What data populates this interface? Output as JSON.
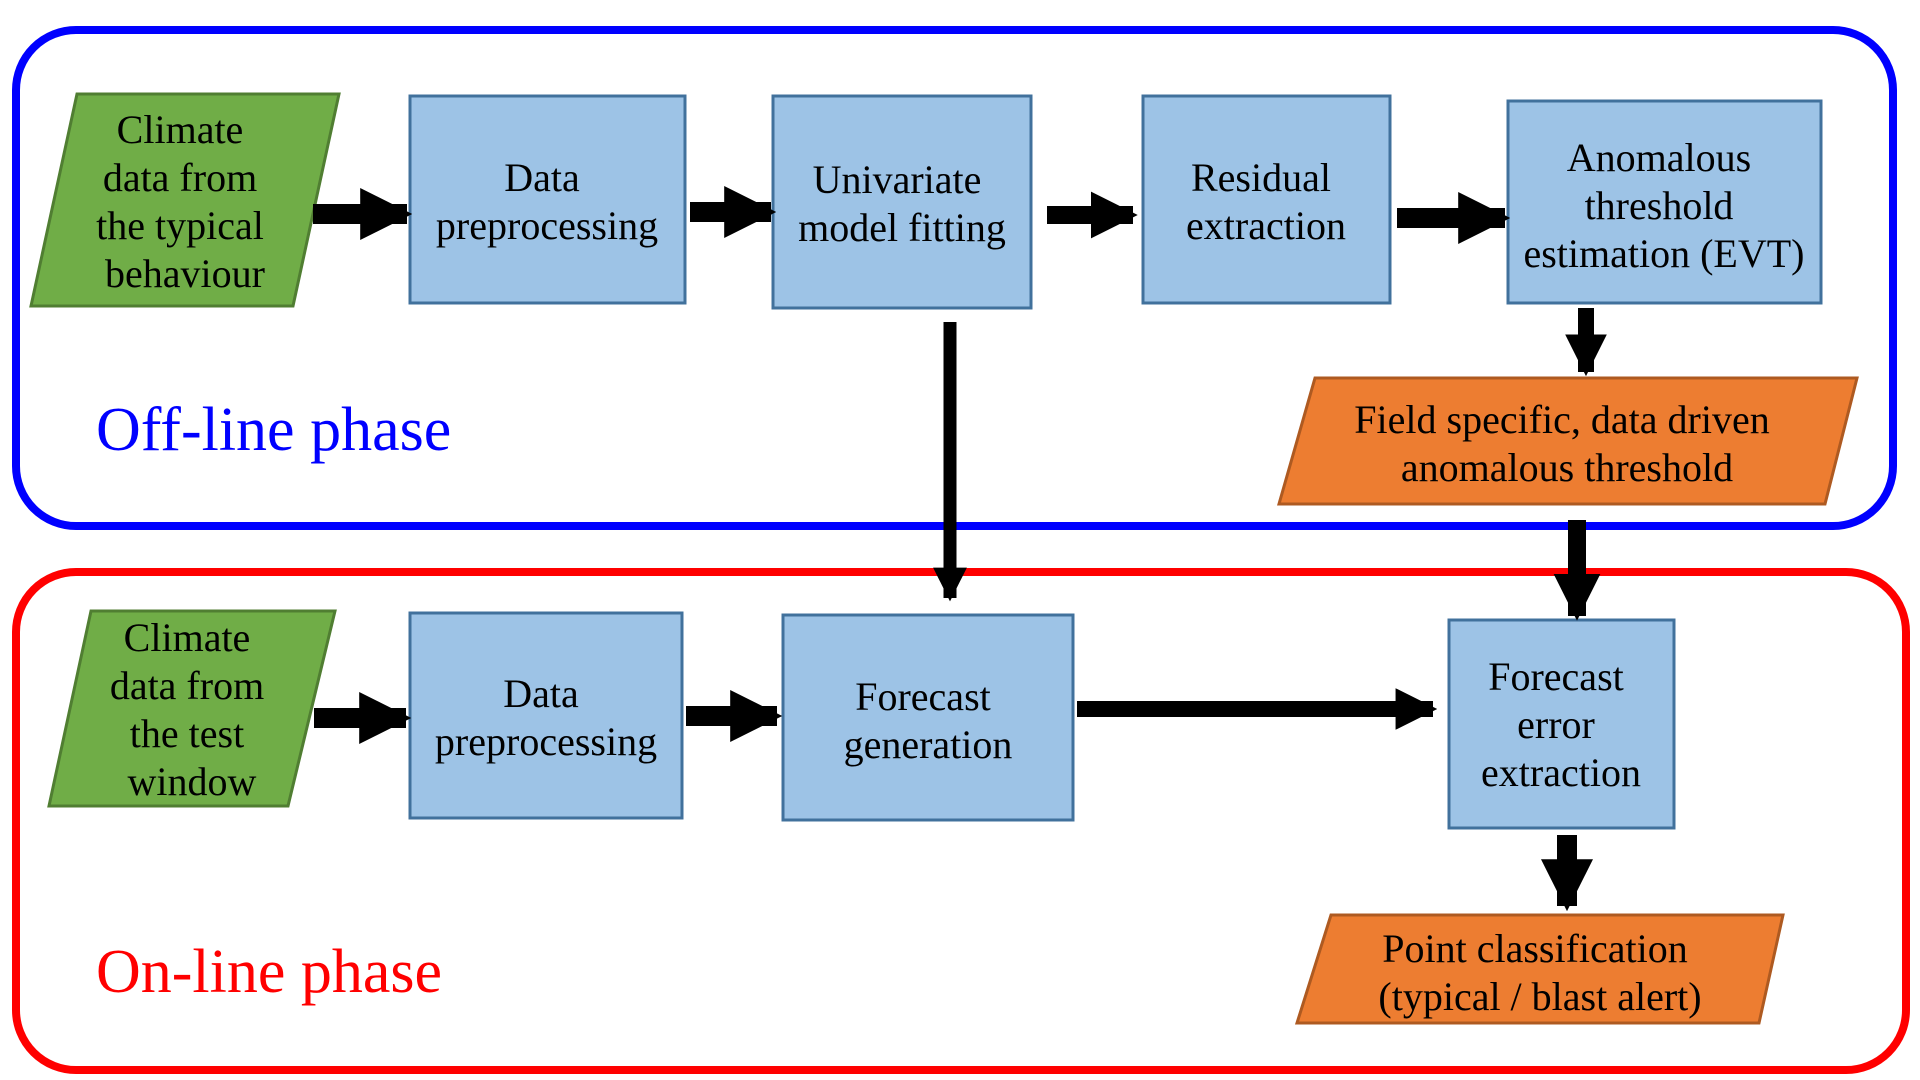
{
  "colors": {
    "offline_border": "#0000ff",
    "online_border": "#ff0000",
    "process_fill": "#9dc3e6",
    "process_stroke": "#41719c",
    "input_fill": "#70ad47",
    "input_stroke": "#507e32",
    "output_fill": "#ed7d31",
    "output_stroke": "#ae5a21",
    "arrow": "#000000"
  },
  "offline": {
    "phase_label": "Off-line phase",
    "input": [
      "Climate",
      "data from",
      "the typical",
      "behaviour"
    ],
    "preprocessing": [
      "Data",
      "preprocessing"
    ],
    "model_fitting": [
      "Univariate",
      "model fitting"
    ],
    "residual": [
      "Residual",
      "extraction"
    ],
    "threshold_estimation": [
      "Anomalous",
      "threshold",
      "estimation (EVT)"
    ],
    "threshold_output": [
      "Field specific, data driven",
      "anomalous threshold"
    ]
  },
  "online": {
    "phase_label": "On-line phase",
    "input": [
      "Climate",
      "data from",
      "the test",
      "window"
    ],
    "preprocessing": [
      "Data",
      "preprocessing"
    ],
    "forecast_generation": [
      "Forecast",
      "generation"
    ],
    "error_extraction": [
      "Forecast",
      "error",
      "extraction"
    ],
    "classification_output": [
      "Point classification",
      "(typical / blast alert)"
    ]
  }
}
